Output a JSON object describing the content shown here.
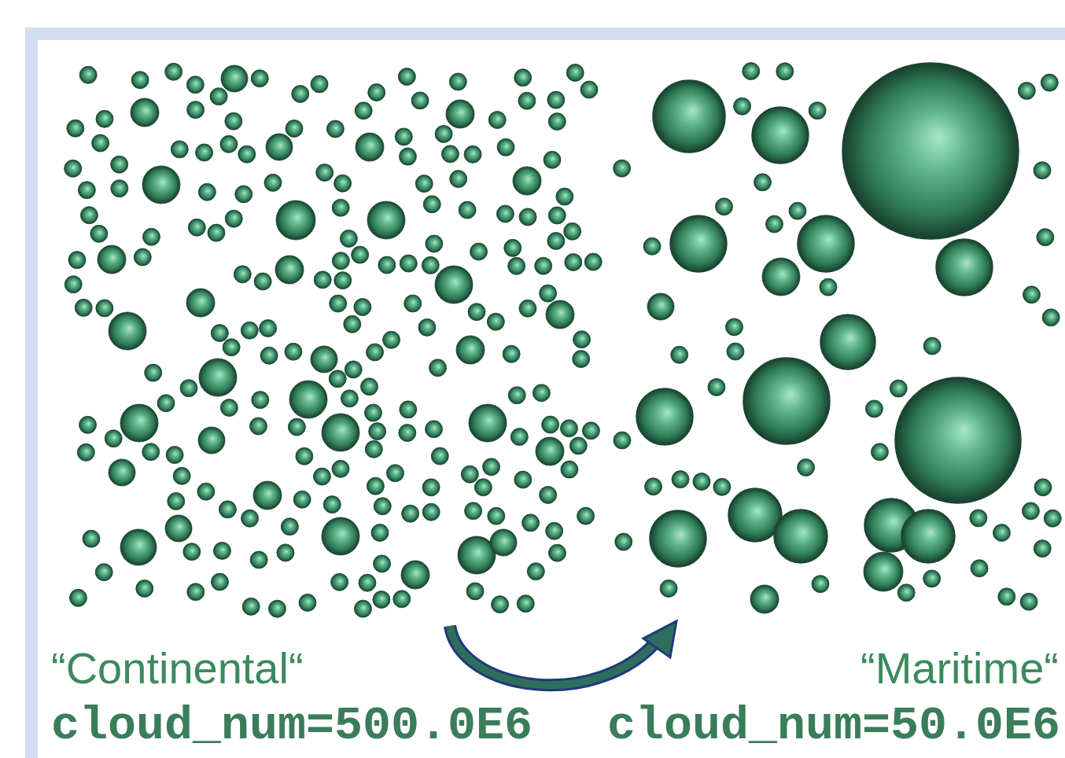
{
  "diagram": {
    "labels": [
      "“Continental“",
      "“Maritime“",
      "cloud_num=500.0E6",
      "cloud_num=50.0E6"
    ]
  }
}
